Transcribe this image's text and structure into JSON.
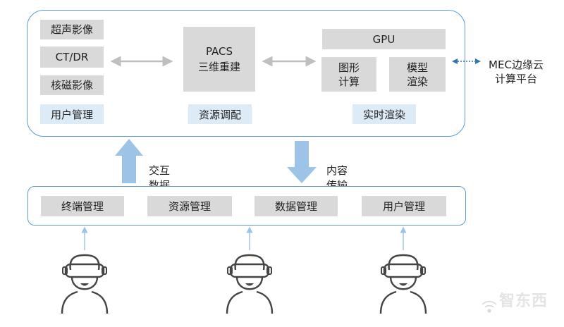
{
  "top": {
    "inputs": [
      "超声影像",
      "CT/DR",
      "核磁影像"
    ],
    "user_mgmt": "用户管理",
    "pacs": "PACS\n三维重建",
    "resource": "资源调配",
    "gpu": "GPU",
    "graphics": "图形\n计算",
    "model": "模型\n渲染",
    "realtime": "实时渲染"
  },
  "mec": "MEC边缘云\n计算平台",
  "arrows": {
    "up_label": "交互\n数据",
    "down_label": "内容\n传输"
  },
  "bottom": {
    "items": [
      "终端管理",
      "资源管理",
      "数据管理",
      "用户管理"
    ]
  },
  "watermark": "智东西",
  "colors": {
    "border": "#5b9bd5",
    "gray": "#d9d9d9",
    "light_blue": "#ddebf7",
    "arrow_blue": "#9dc3e6",
    "gray_arrow": "#bfbfbf",
    "dotted": "#2e75b6"
  }
}
